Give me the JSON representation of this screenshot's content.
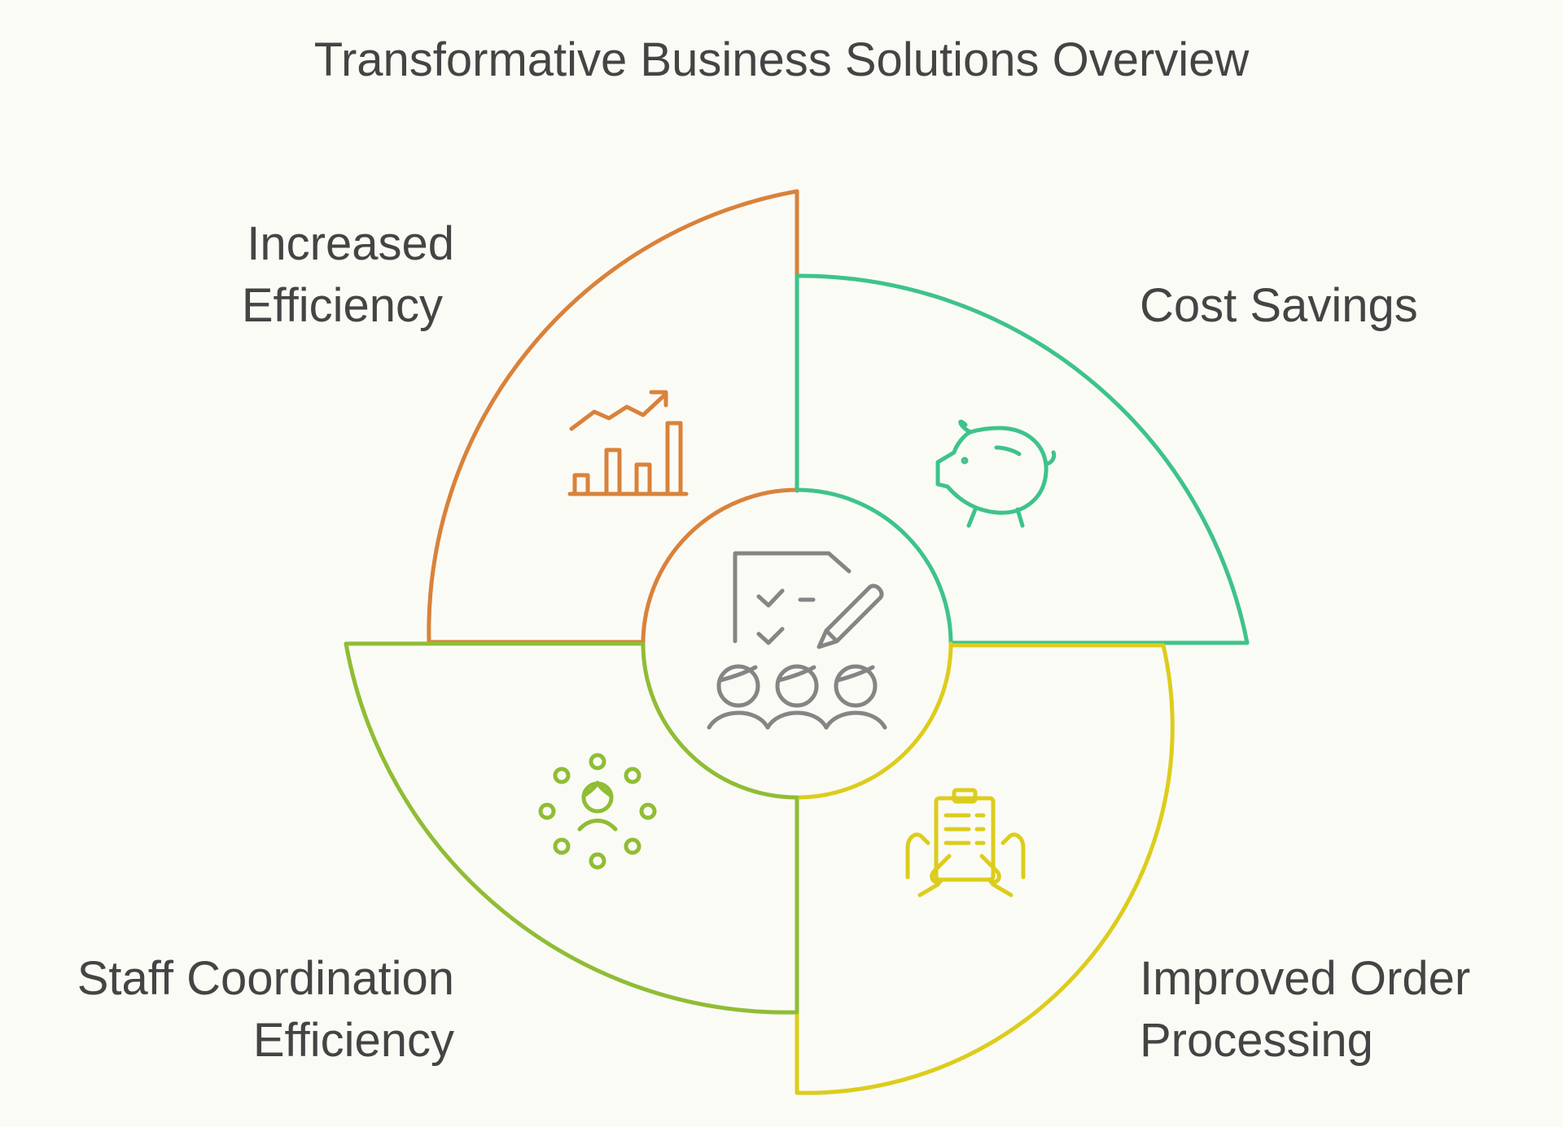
{
  "title": "Transformative Business Solutions Overview",
  "colors": {
    "background": "#fbfbf6",
    "text": "#444444",
    "increased_efficiency": "#d9823a",
    "cost_savings": "#3ec38a",
    "improved_order_processing": "#dccd1c",
    "staff_coordination": "#8fbd35",
    "center_icon": "#858585"
  },
  "segments": [
    {
      "key": "increased_efficiency",
      "label_lines": [
        "Increased",
        "Efficiency"
      ],
      "icon": "bar-chart-trend-icon"
    },
    {
      "key": "cost_savings",
      "label_lines": [
        "Cost Savings"
      ],
      "icon": "piggy-bank-icon"
    },
    {
      "key": "improved_order_processing",
      "label_lines": [
        "Improved Order",
        "Processing"
      ],
      "icon": "clipboard-hands-icon"
    },
    {
      "key": "staff_coordination",
      "label_lines": [
        "Staff Coordination",
        "Efficiency"
      ],
      "icon": "team-network-icon"
    }
  ],
  "center": {
    "icon": "team-checklist-icon"
  }
}
